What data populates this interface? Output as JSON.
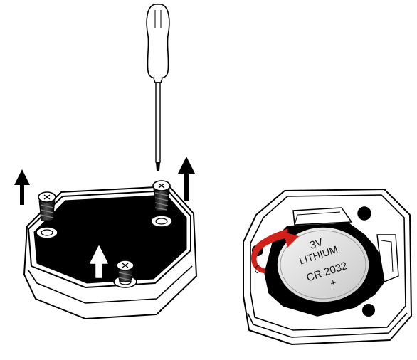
{
  "battery": {
    "voltage": "3V",
    "chemistry": "LITHIUM",
    "model": "CR 2032",
    "polarity": "+"
  },
  "colors": {
    "line": "#000000",
    "housing_fill": "#ffffff",
    "cavity_fill": "#000000",
    "battery_fill": "#dcdcdc",
    "arrow_red": "#d0211b"
  }
}
